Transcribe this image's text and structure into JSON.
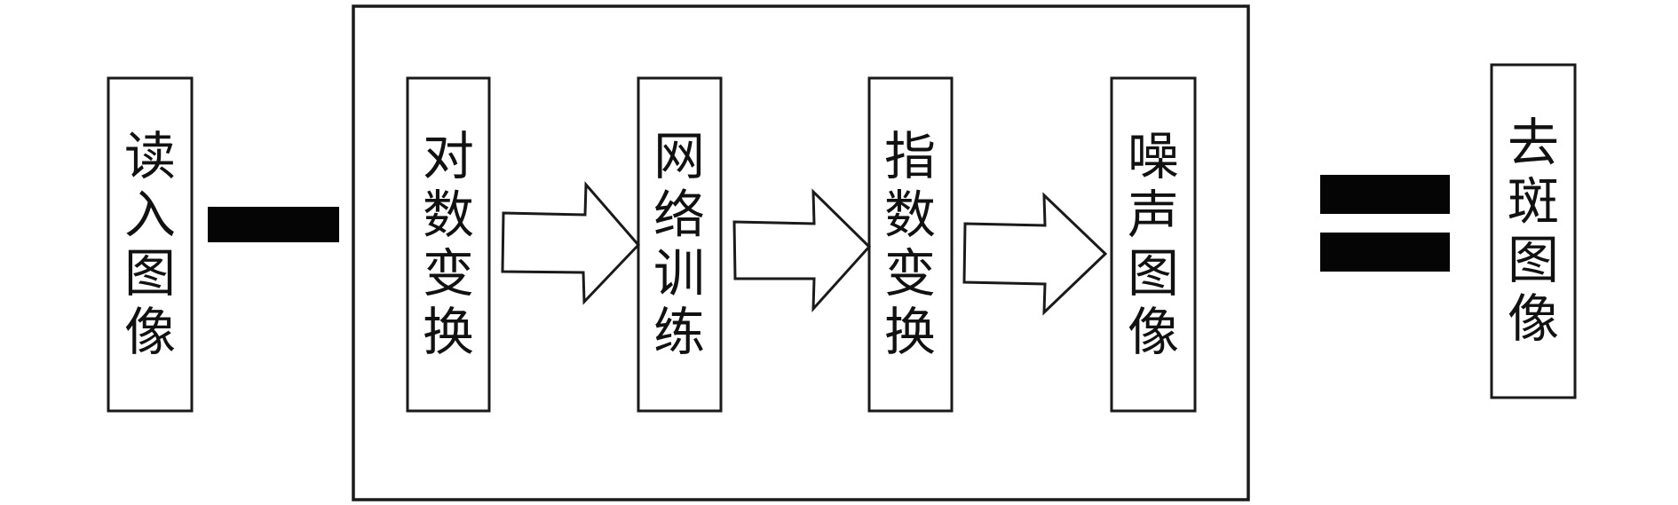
{
  "diagram": {
    "nodes": [
      {
        "id": "read-image",
        "label": "读入图像"
      },
      {
        "id": "log-transform",
        "label": "对数变换"
      },
      {
        "id": "network-training",
        "label": "网络训练"
      },
      {
        "id": "exp-transform",
        "label": "指数变换"
      },
      {
        "id": "noise-image",
        "label": "噪声图像"
      },
      {
        "id": "despeckled-image",
        "label": "去斑图像"
      }
    ],
    "edges": [
      {
        "from": "log-transform",
        "to": "network-training",
        "style": "hollow-arrow"
      },
      {
        "from": "network-training",
        "to": "exp-transform",
        "style": "hollow-arrow"
      },
      {
        "from": "exp-transform",
        "to": "noise-image",
        "style": "hollow-arrow"
      }
    ],
    "operators": [
      {
        "id": "minus",
        "symbol": "minus",
        "between": [
          "read-image",
          "process-group"
        ]
      },
      {
        "id": "equals",
        "symbol": "equals",
        "between": [
          "process-group",
          "despeckled-image"
        ]
      }
    ],
    "groups": [
      {
        "id": "process-group",
        "members": [
          "log-transform",
          "network-training",
          "exp-transform",
          "noise-image"
        ]
      }
    ],
    "colors": {
      "stroke": "#1a1a1a",
      "fill": "#ffffff",
      "operator": "#050505",
      "text": "#111111"
    }
  }
}
